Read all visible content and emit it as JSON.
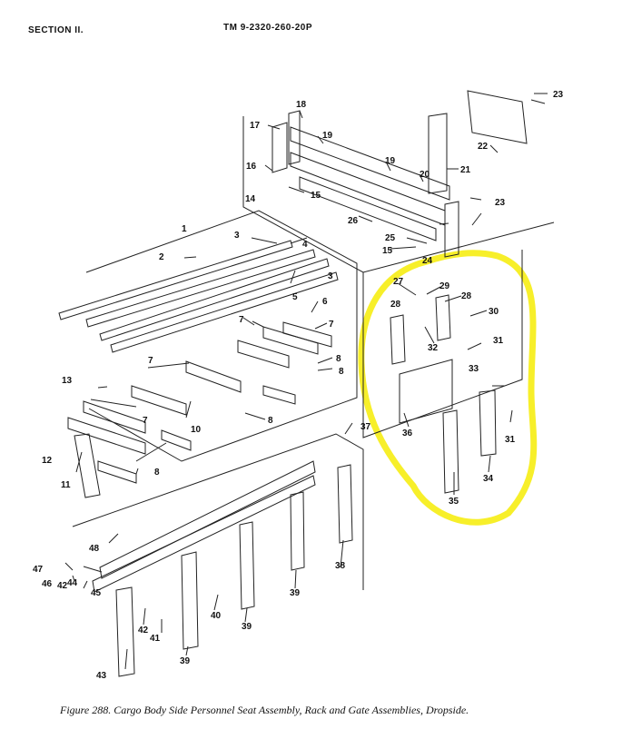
{
  "header": {
    "section": "SECTION II.",
    "tm": "TM  9-2320-260-20P"
  },
  "caption": "Figure 288.  Cargo Body Side Personnel Seat Assembly, Rack  and Gate Assemblies, Dropside.",
  "highlight_color": "#f7ef2a",
  "callouts": [
    "1",
    "2",
    "3",
    "4",
    "3",
    "5",
    "6",
    "7",
    "7",
    "7",
    "8",
    "8",
    "8",
    "10",
    "13",
    "12",
    "11",
    "7",
    "8",
    "14",
    "15",
    "16",
    "17",
    "18",
    "19",
    "19",
    "20",
    "21",
    "22",
    "23",
    "23",
    "24",
    "25",
    "26",
    "15",
    "27",
    "28",
    "28",
    "29",
    "30",
    "31",
    "32",
    "33",
    "31",
    "34",
    "35",
    "36",
    "37",
    "38",
    "39",
    "39",
    "40",
    "41",
    "42",
    "43",
    "44",
    "45",
    "46",
    "42",
    "47",
    "48"
  ]
}
